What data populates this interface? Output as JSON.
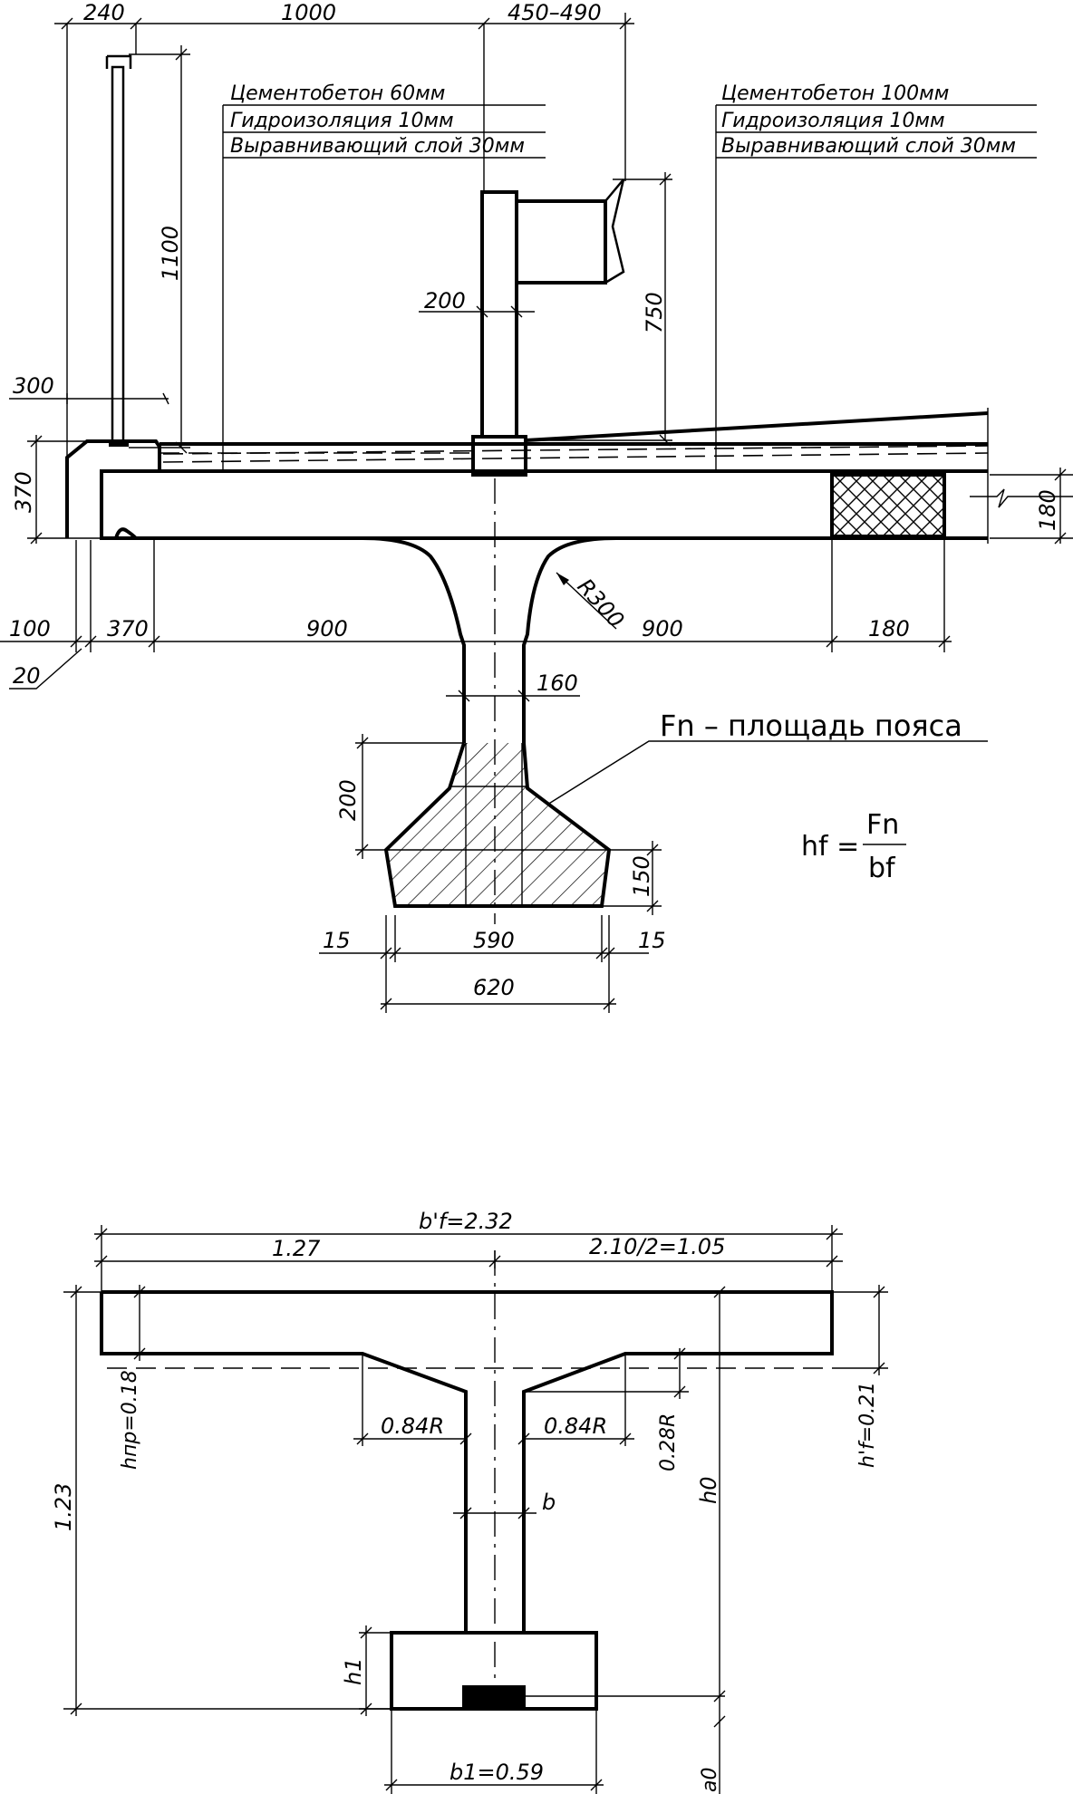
{
  "top": {
    "dims": {
      "d240": "240",
      "d1000": "1000",
      "d450_490": "450–490",
      "d1100": "1100",
      "d300": "300",
      "d370v": "370",
      "d200": "200",
      "d750": "750",
      "d180v": "180",
      "d100": "100",
      "d20": "20",
      "d370h": "370",
      "d900a": "900",
      "d900b": "900",
      "d180h": "180",
      "r300": "R300",
      "d160": "160",
      "d200b": "200",
      "d150": "150",
      "d15a": "15",
      "d590": "590",
      "d15b": "15",
      "d620": "620"
    },
    "layers_left": [
      "Цементобетон 60мм",
      "Гидроизоляция 10мм",
      "Выравнивающий слой 30мм"
    ],
    "layers_right": [
      "Цементобетон 100мм",
      "Гидроизоляция 10мм",
      "Выравнивающий слой 30мм"
    ],
    "fn_label": "Fn – площадь пояса",
    "formula": {
      "lhs": "hf =",
      "num": "Fn",
      "den": "bf"
    }
  },
  "bottom": {
    "dims": {
      "bf": "b'f=2.32",
      "d127": "1.27",
      "d105": "2.10/2=1.05",
      "d123": "1.23",
      "hpr": "hпр=0.18",
      "hf": "h'f=0.21",
      "r084a": "0.84R",
      "r084b": "0.84R",
      "r028": "0.28R",
      "b": "b",
      "h0": "h0",
      "h1": "h1",
      "b1": "b1=0.59",
      "a0": "a0"
    }
  }
}
